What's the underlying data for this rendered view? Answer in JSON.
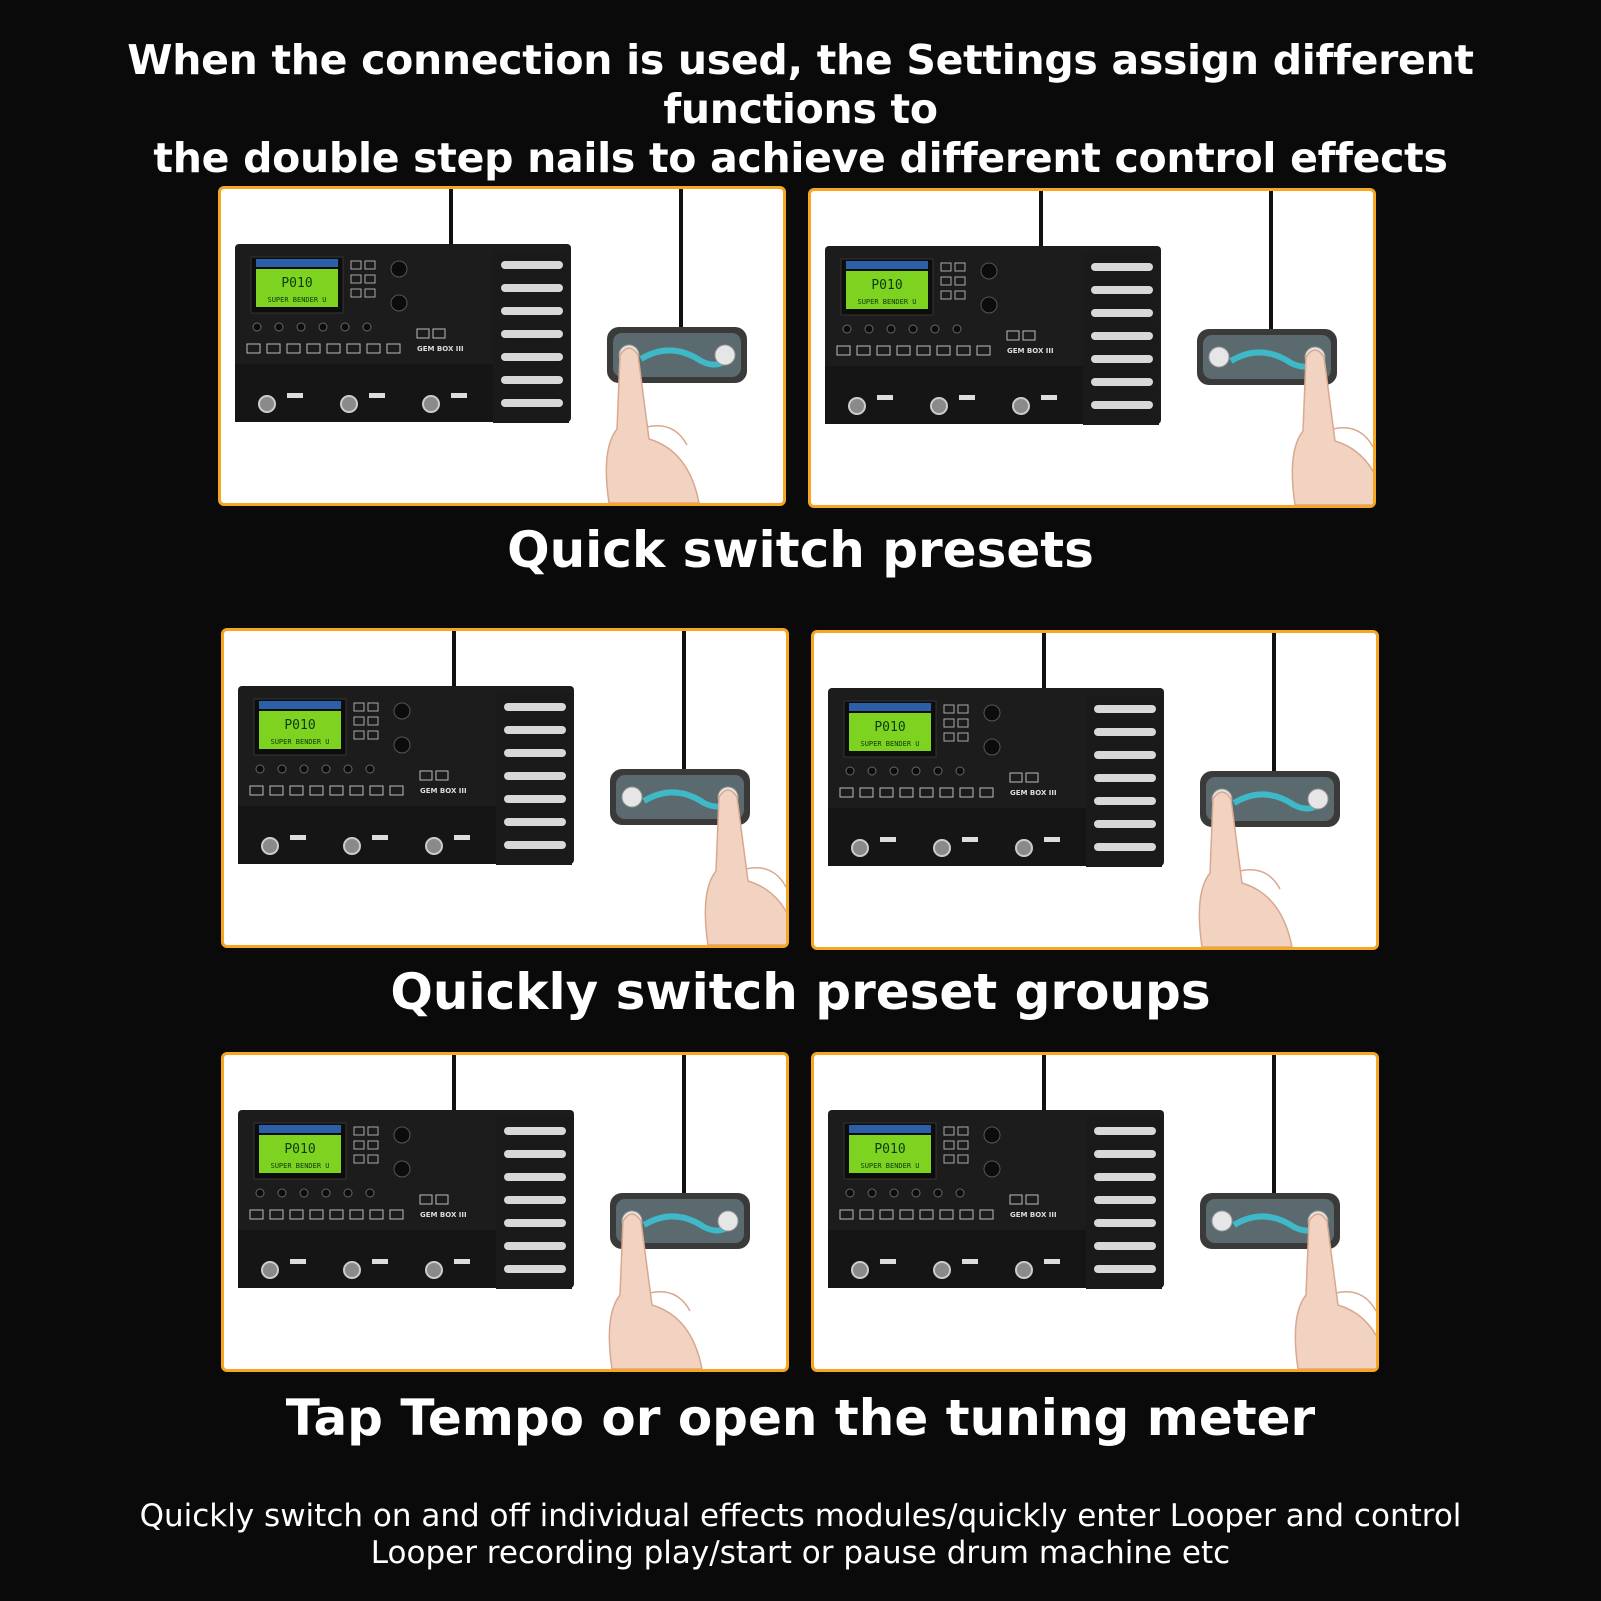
{
  "headline": {
    "line1": "When the connection is used, the Settings assign different functions to",
    "line2": "the double step nails to achieve different control effects"
  },
  "rows": [
    {
      "caption": "Quick switch presets",
      "panels": [
        {
          "pressed_button": "left"
        },
        {
          "pressed_button": "right"
        }
      ]
    },
    {
      "caption": "Quickly switch preset groups",
      "panels": [
        {
          "pressed_button": "right"
        },
        {
          "pressed_button": "left"
        }
      ]
    },
    {
      "caption": "Tap Tempo or open the tuning meter",
      "panels": [
        {
          "pressed_button": "left"
        },
        {
          "pressed_button": "right"
        }
      ]
    }
  ],
  "device": {
    "screen_preset": "P010",
    "screen_name": "SUPER BENDER U",
    "model_label": "GEM BOX III"
  },
  "footnote": {
    "line1": "Quickly switch on and off individual effects modules/quickly enter Looper and control",
    "line2": "Looper recording play/start or pause drum machine etc"
  },
  "colors": {
    "background": "#0a0a0a",
    "panel_border": "#f5a623",
    "lcd_green": "#7ed321",
    "switch_accent": "#3fb8c8"
  }
}
